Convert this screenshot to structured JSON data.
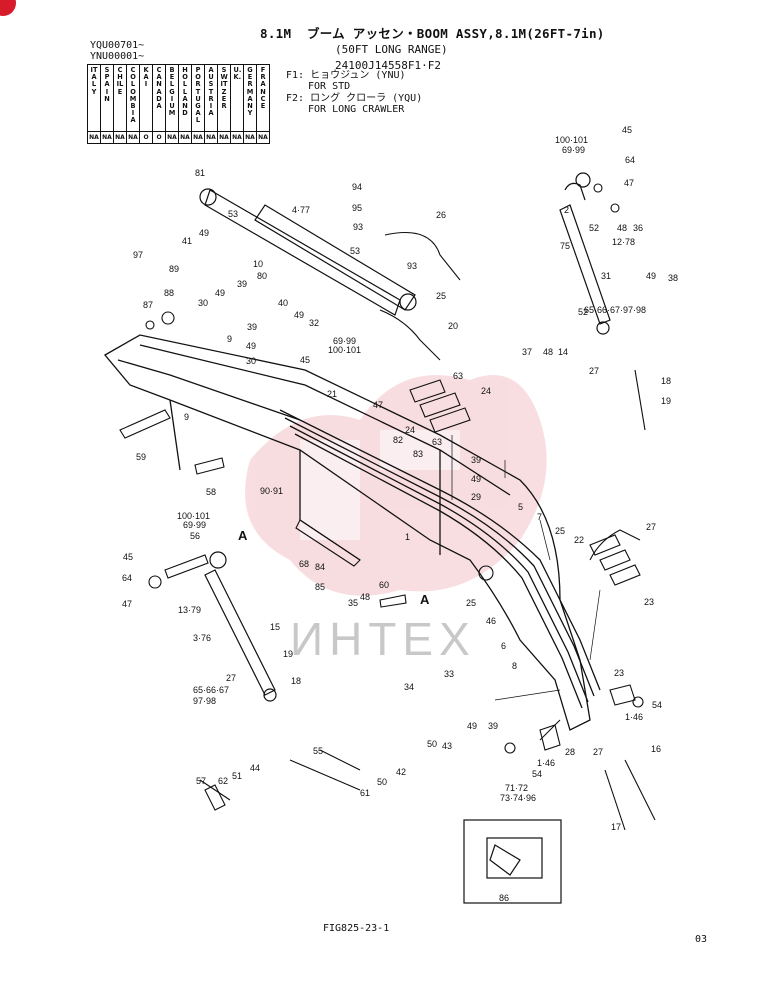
{
  "header": {
    "title": "8.1M  ブーム アッセン・BOOM ASSY,8.1M(26FT-7in)",
    "subtitle": "(50FT LONG RANGE)",
    "part_no": "24100J14558F1·F2",
    "serial_1": "YQU00701~",
    "serial_2": "YNU00001~",
    "f1_line1": "F1: ヒョウジュン (YNU)",
    "f1_line2": "FOR STD",
    "f2_line1": "F2: ロング クローラ (YQU)",
    "f2_line2": "FOR LONG CRAWLER"
  },
  "country_table": {
    "columns": [
      {
        "name": "ITALY",
        "code": "NA"
      },
      {
        "name": "SPAIN",
        "code": "NA"
      },
      {
        "name": "CHILE",
        "code": "NA"
      },
      {
        "name": "COLOMBIA",
        "code": "NA"
      },
      {
        "name": "KAI",
        "code": "O"
      },
      {
        "name": "CANADA",
        "code": "O"
      },
      {
        "name": "BELGIUM",
        "code": "NA"
      },
      {
        "name": "HOLLAND",
        "code": "NA"
      },
      {
        "name": "PORTUGAL",
        "code": "NA"
      },
      {
        "name": "AUSTRIA",
        "code": "NA"
      },
      {
        "name": "SWITZER",
        "code": "NA"
      },
      {
        "name": "U.K.",
        "code": "NA"
      },
      {
        "name": "GERMANY",
        "code": "NA"
      },
      {
        "name": "FRANCE",
        "code": "NA"
      }
    ]
  },
  "callouts": {
    "c1": "1",
    "c2": "2",
    "c75": "75",
    "c3_76": "3·76",
    "c4_77": "4·77",
    "c5": "5",
    "c6": "6",
    "c7": "7",
    "c8": "8",
    "c9a": "9",
    "c9b": "9",
    "c10_80": "10\n80",
    "c12_78": "12·78",
    "c13_79": "13·79",
    "c14": "14",
    "c15": "15",
    "c16": "16",
    "c17": "17",
    "c18a": "18",
    "c18b": "18",
    "c19a": "19",
    "c19b": "19",
    "c20": "20",
    "c21": "21",
    "c22": "22",
    "c23a": "23",
    "c23b": "23",
    "c24a": "24",
    "c24b": "24",
    "c25a": "25",
    "c25b": "25",
    "c25c": "25",
    "c26": "26",
    "c27a": "27",
    "c27b": "27",
    "c27c": "27",
    "c27d": "27",
    "c28": "28",
    "c29": "29",
    "c30a": "30",
    "c30b": "30",
    "c31": "31",
    "c32": "32",
    "c33": "33",
    "c34": "34",
    "c35": "35",
    "c36": "36",
    "c37": "37",
    "c38": "38",
    "c39a": "39",
    "c39b": "39",
    "c39c": "39",
    "c39d": "39",
    "c40": "40",
    "c41": "41",
    "c42": "42",
    "c43": "43",
    "c44": "44",
    "c45a": "45",
    "c45b": "45",
    "c45c": "45",
    "c46": "46",
    "c47a": "47",
    "c47b": "47",
    "c47c": "47",
    "c48a": "48",
    "c48b": "48",
    "c48c": "48",
    "c49a": "49",
    "c49b": "49",
    "c49c": "49",
    "c49d": "49",
    "c49e": "49",
    "c49f": "49",
    "c49g": "49",
    "c50a": "50",
    "c50b": "50",
    "c51": "51",
    "c52a": "52",
    "c52b": "52",
    "c53a": "53",
    "c53b": "53",
    "c54a": "54",
    "c54b": "54",
    "c55": "55",
    "c56": "56",
    "c57": "57",
    "c58": "58",
    "c59": "59",
    "c60": "60",
    "c61": "61",
    "c62": "62",
    "c63a": "63",
    "c63b": "63",
    "c64a": "64",
    "c64b": "64",
    "c65a": "65·66·67·97·98",
    "c65b": "65·66·67\n97·98",
    "c68": "68",
    "c69a": "69·99\n100·101",
    "c69b": "100·101\n69·99",
    "c69c": "100·101\n69·99",
    "c71": "71·72\n73·74·96",
    "c81": "81",
    "c82": "82",
    "c83": "83",
    "c84": "84",
    "c85": "85",
    "c86": "86",
    "c87": "87",
    "c88": "88",
    "c89": "89",
    "c90_91": "90·91",
    "c93a": "93",
    "c93b": "93",
    "c94": "94",
    "c95": "95",
    "c97": "97",
    "c1_46a": "1·46",
    "c1_46b": "1·46",
    "cA1": "A",
    "cA2": "A"
  },
  "watermark": "ИНТЕХ",
  "footer": {
    "fig": "FIG825-23-1",
    "page": "03"
  }
}
